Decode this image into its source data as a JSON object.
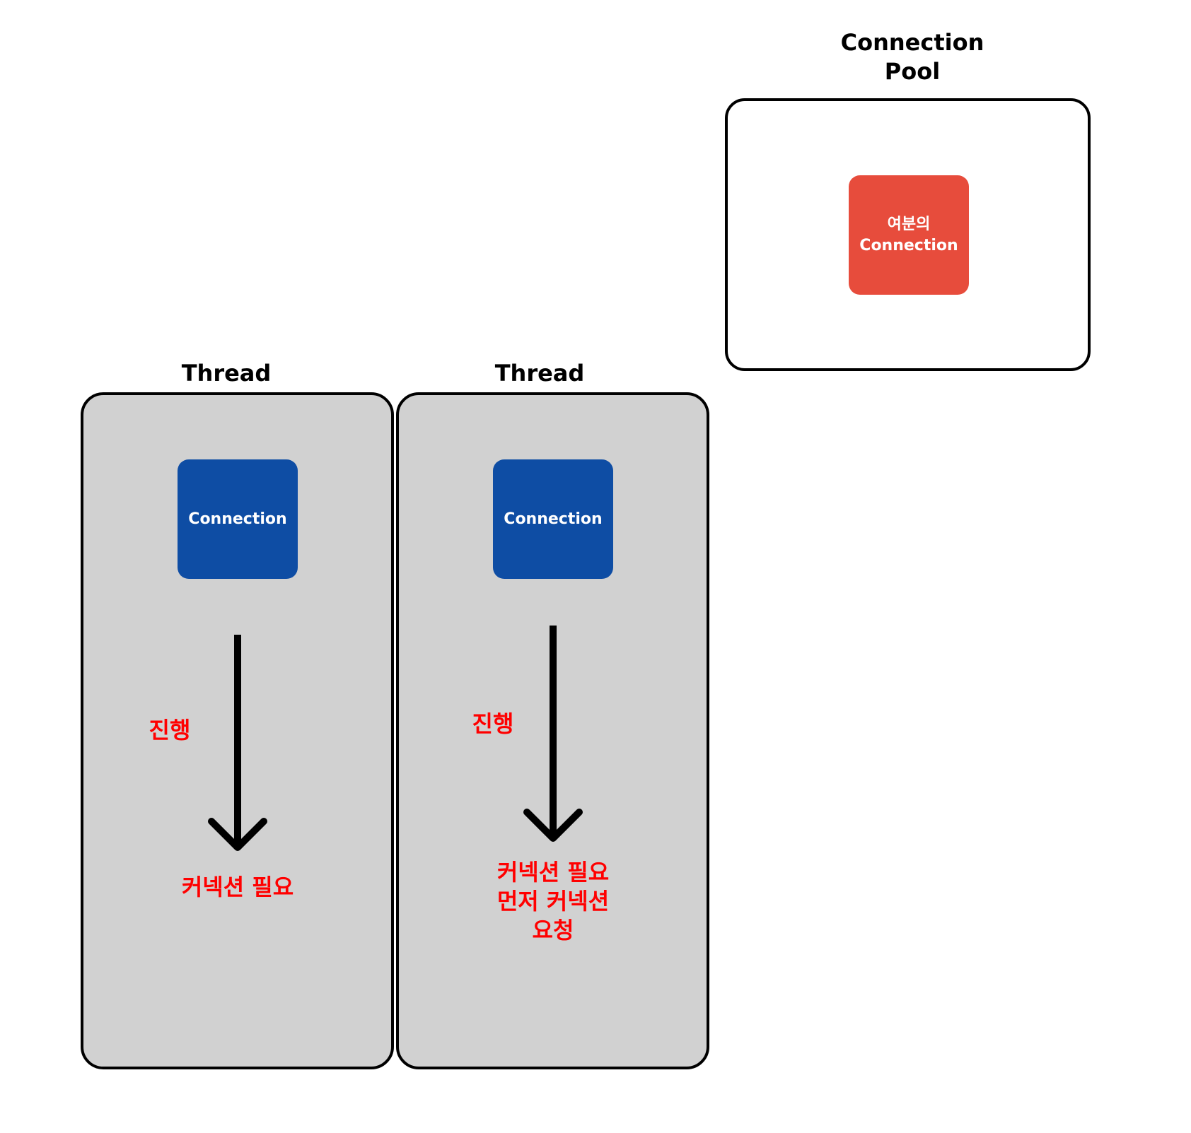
{
  "pool": {
    "title_line1": "Connection",
    "title_line2": "Pool",
    "spare_connection_line1": "여분의",
    "spare_connection_line2": "Connection"
  },
  "threads": [
    {
      "title": "Thread",
      "connection_label": "Connection",
      "progress_label": "진행",
      "needs_lines": [
        "커넥션 필요"
      ]
    },
    {
      "title": "Thread",
      "connection_label": "Connection",
      "progress_label": "진행",
      "needs_lines": [
        "커넥션 필요",
        "먼저 커넥션",
        "요청"
      ]
    }
  ],
  "colors": {
    "pool_connection": "#e74c3c",
    "thread_connection": "#0e4da4",
    "thread_background": "#d1d1d1",
    "annotation": "#ff0000"
  }
}
